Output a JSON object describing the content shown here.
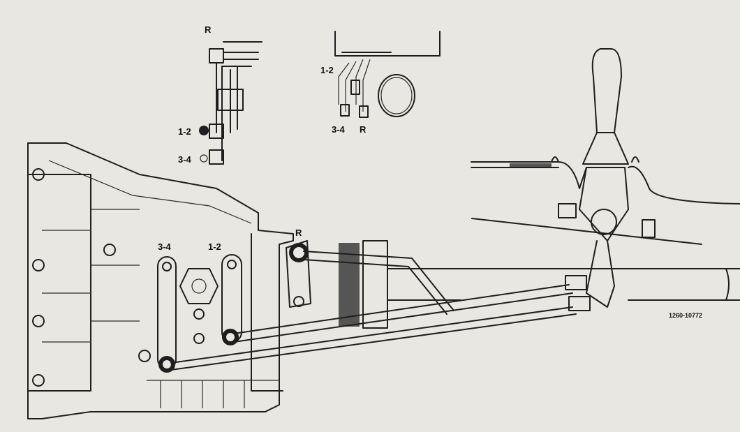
{
  "figure": {
    "inset_left": {
      "labels": [
        "R",
        "1-2",
        "3-4"
      ]
    },
    "inset_right": {
      "labels": [
        "1-2",
        "3-4",
        "R"
      ]
    },
    "main": {
      "labels": [
        "3-4",
        "1-2",
        "R"
      ]
    },
    "part_number": "1260-10772"
  },
  "colors": {
    "paper": "#e9e7e1",
    "ink": "#1e1e1e"
  }
}
